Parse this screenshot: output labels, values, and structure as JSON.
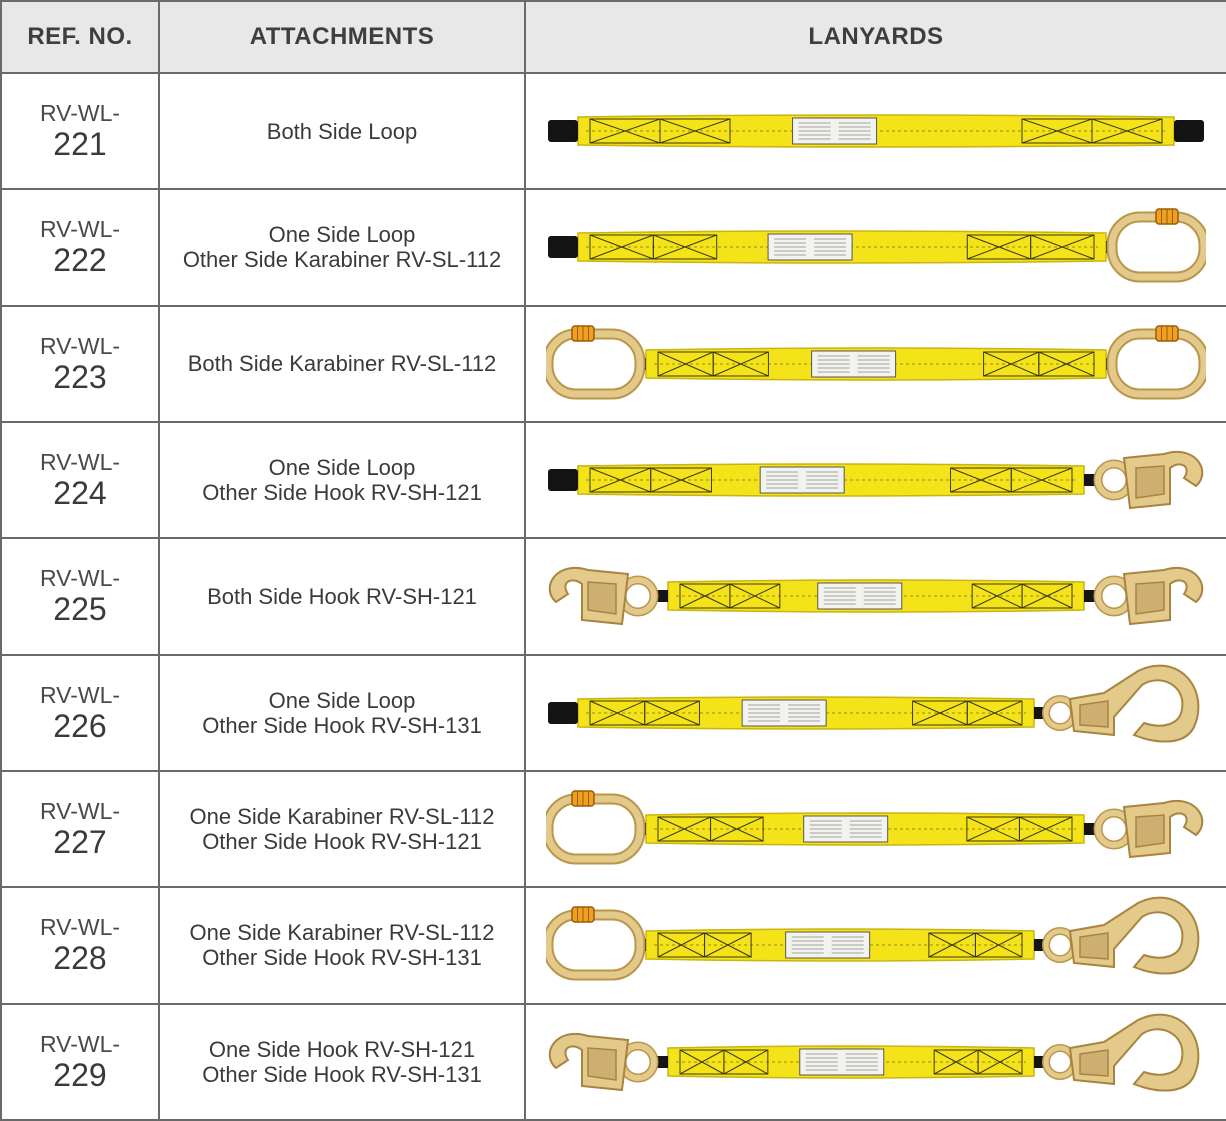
{
  "headers": {
    "ref": "REF. NO.",
    "attachments": "ATTACHMENTS",
    "lanyards": "LANYARDS"
  },
  "rows": [
    {
      "ref_prefix": "RV-WL-",
      "ref_num": "221",
      "lines": [
        "Both Side Loop"
      ],
      "left": "loop",
      "right": "loop"
    },
    {
      "ref_prefix": "RV-WL-",
      "ref_num": "222",
      "lines": [
        "One Side Loop",
        "Other Side Karabiner RV-SL-112"
      ],
      "left": "loop",
      "right": "karabiner"
    },
    {
      "ref_prefix": "RV-WL-",
      "ref_num": "223",
      "lines": [
        "Both Side Karabiner RV-SL-112"
      ],
      "left": "karabiner",
      "right": "karabiner"
    },
    {
      "ref_prefix": "RV-WL-",
      "ref_num": "224",
      "lines": [
        "One Side Loop",
        "Other Side Hook RV-SH-121"
      ],
      "left": "loop",
      "right": "hook121"
    },
    {
      "ref_prefix": "RV-WL-",
      "ref_num": "225",
      "lines": [
        "Both Side Hook RV-SH-121"
      ],
      "left": "hook121",
      "right": "hook121"
    },
    {
      "ref_prefix": "RV-WL-",
      "ref_num": "226",
      "lines": [
        "One Side Loop",
        "Other Side Hook RV-SH-131"
      ],
      "left": "loop",
      "right": "hook131"
    },
    {
      "ref_prefix": "RV-WL-",
      "ref_num": "227",
      "lines": [
        "One Side Karabiner RV-SL-112",
        "Other Side Hook RV-SH-121"
      ],
      "left": "karabiner",
      "right": "hook121"
    },
    {
      "ref_prefix": "RV-WL-",
      "ref_num": "228",
      "lines": [
        "One Side Karabiner RV-SL-112",
        "Other Side Hook RV-SH-131"
      ],
      "left": "karabiner",
      "right": "hook131"
    },
    {
      "ref_prefix": "RV-WL-",
      "ref_num": "229",
      "lines": [
        "One Side Hook RV-SH-121",
        "Other Side Hook RV-SH-131"
      ],
      "left": "hook121",
      "right": "hook131"
    }
  ],
  "colors": {
    "webbing": "#f5e31a",
    "stitch": "#3a3a10",
    "metal": "#e3c98a",
    "gate": "#f0a020",
    "header_bg": "#e8e8e8"
  }
}
